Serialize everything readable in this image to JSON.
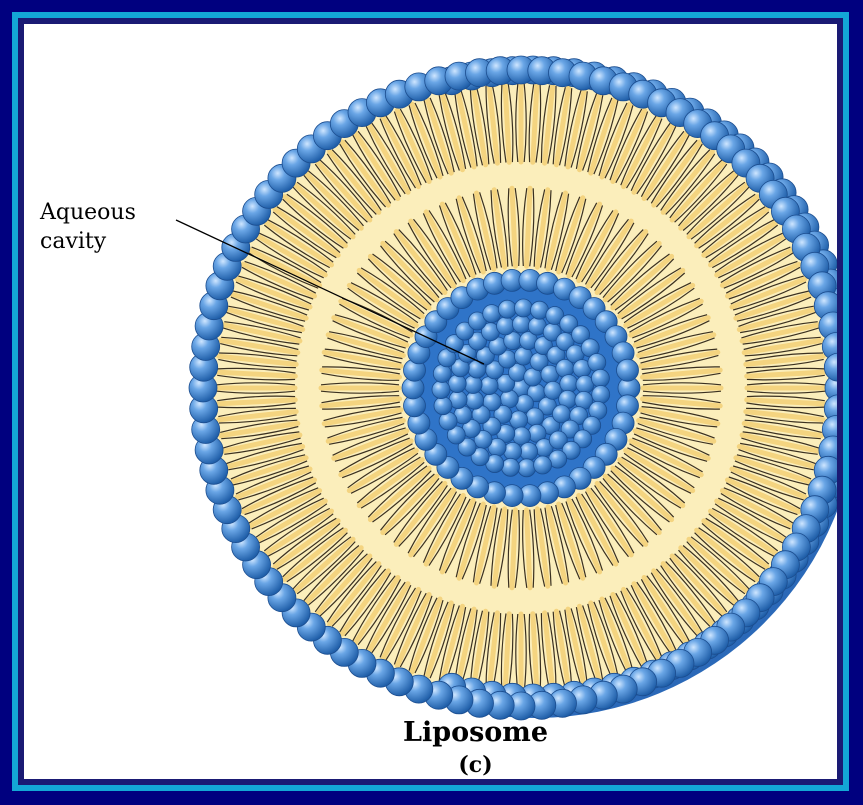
{
  "labels": {
    "callout_line1": "Aqueous",
    "callout_line2": "cavity",
    "title": "Liposome",
    "subtitle": "(c)"
  },
  "colors": {
    "background": "#00007f",
    "frame_border": "#13a7d6",
    "head_fill": "#3a7fcf",
    "tail_fill": "#f4d27a",
    "membrane_bg": "#fbeebb",
    "cavity_fill": "#2f74c8"
  }
}
